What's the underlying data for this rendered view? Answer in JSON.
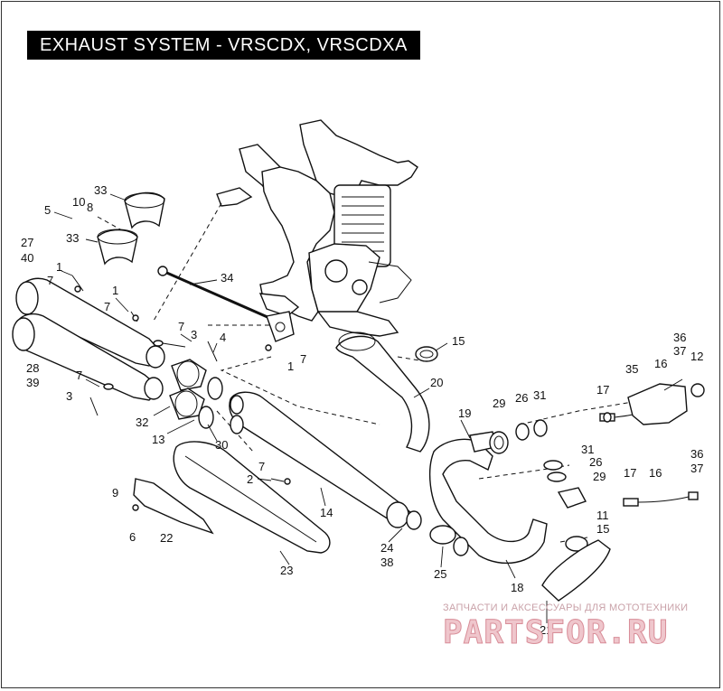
{
  "title": "EXHAUST SYSTEM - VRSCDX, VRSCDXA",
  "watermark": {
    "tagline": "ЗАПЧАСТИ И АКСЕССУАРЫ ДЛЯ МОТОТЕХНИКИ",
    "logo_text": "PARTSFOR.RU"
  },
  "callouts": [
    {
      "id": "c-33a",
      "text": "33"
    },
    {
      "id": "c-10",
      "text": "10"
    },
    {
      "id": "c-8",
      "text": "8"
    },
    {
      "id": "c-5",
      "text": "5"
    },
    {
      "id": "c-33b",
      "text": "33"
    },
    {
      "id": "c-27",
      "text": "27"
    },
    {
      "id": "c-40",
      "text": "40"
    },
    {
      "id": "c-1a",
      "text": "1"
    },
    {
      "id": "c-7a",
      "text": "7"
    },
    {
      "id": "c-1b",
      "text": "1"
    },
    {
      "id": "c-7b",
      "text": "7"
    },
    {
      "id": "c-34",
      "text": "34"
    },
    {
      "id": "c-7c",
      "text": "7"
    },
    {
      "id": "c-3a",
      "text": "3"
    },
    {
      "id": "c-4",
      "text": "4"
    },
    {
      "id": "c-1c",
      "text": "1"
    },
    {
      "id": "c-7d",
      "text": "7"
    },
    {
      "id": "c-28",
      "text": "28"
    },
    {
      "id": "c-39",
      "text": "39"
    },
    {
      "id": "c-7e",
      "text": "7"
    },
    {
      "id": "c-3b",
      "text": "3"
    },
    {
      "id": "c-32",
      "text": "32"
    },
    {
      "id": "c-13",
      "text": "13"
    },
    {
      "id": "c-30",
      "text": "30"
    },
    {
      "id": "c-15a",
      "text": "15"
    },
    {
      "id": "c-20",
      "text": "20"
    },
    {
      "id": "c-36a",
      "text": "36"
    },
    {
      "id": "c-37a",
      "text": "37"
    },
    {
      "id": "c-35",
      "text": "35"
    },
    {
      "id": "c-16a",
      "text": "16"
    },
    {
      "id": "c-12",
      "text": "12"
    },
    {
      "id": "c-17a",
      "text": "17"
    },
    {
      "id": "c-29a",
      "text": "29"
    },
    {
      "id": "c-26a",
      "text": "26"
    },
    {
      "id": "c-31a",
      "text": "31"
    },
    {
      "id": "c-19",
      "text": "19"
    },
    {
      "id": "c-31b",
      "text": "31"
    },
    {
      "id": "c-26b",
      "text": "26"
    },
    {
      "id": "c-29b",
      "text": "29"
    },
    {
      "id": "c-36b",
      "text": "36"
    },
    {
      "id": "c-37b",
      "text": "37"
    },
    {
      "id": "c-17b",
      "text": "17"
    },
    {
      "id": "c-16b",
      "text": "16"
    },
    {
      "id": "c-11",
      "text": "11"
    },
    {
      "id": "c-15b",
      "text": "15"
    },
    {
      "id": "c-9",
      "text": "9"
    },
    {
      "id": "c-6",
      "text": "6"
    },
    {
      "id": "c-22",
      "text": "22"
    },
    {
      "id": "c-7f",
      "text": "7"
    },
    {
      "id": "c-2",
      "text": "2"
    },
    {
      "id": "c-14",
      "text": "14"
    },
    {
      "id": "c-23",
      "text": "23"
    },
    {
      "id": "c-24",
      "text": "24"
    },
    {
      "id": "c-38",
      "text": "38"
    },
    {
      "id": "c-25",
      "text": "25"
    },
    {
      "id": "c-18",
      "text": "18"
    },
    {
      "id": "c-21",
      "text": "21"
    }
  ]
}
